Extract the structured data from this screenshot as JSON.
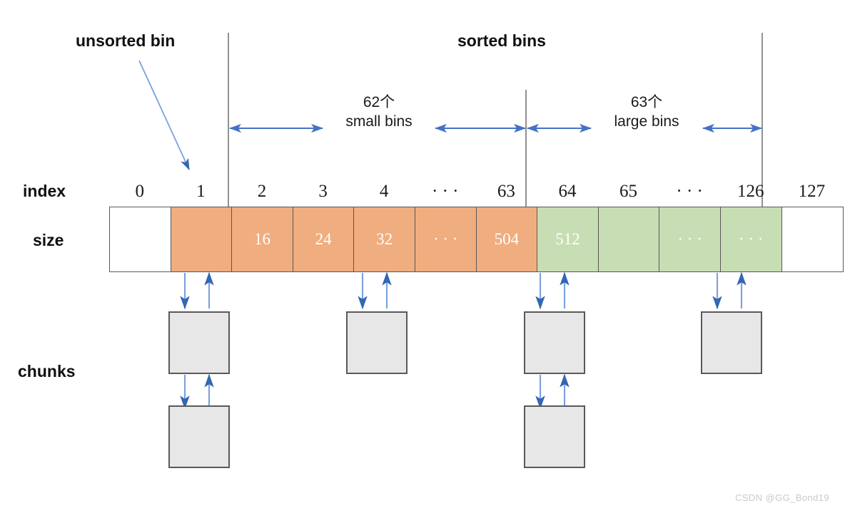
{
  "figure": {
    "title_labels": {
      "unsorted_bin": "unsorted bin",
      "sorted_bins": "sorted bins"
    },
    "row_labels": {
      "index": "index",
      "size": "size",
      "chunks": "chunks"
    },
    "spans": [
      {
        "count": "62个",
        "name": "small bins"
      },
      {
        "count": "63个",
        "name": "large bins"
      }
    ],
    "watermark": "CSDN @GG_Bond19"
  },
  "chart_data": {
    "type": "table",
    "title": "glibc malloc bins array layout",
    "columns": [
      "index",
      "size"
    ],
    "index_labels": [
      "0",
      "1",
      "2",
      "3",
      "4",
      "· · ·",
      "63",
      "64",
      "65",
      "· · ·",
      "126",
      "127"
    ],
    "size_labels": [
      "",
      "",
      "16",
      "24",
      "32",
      "· · ·",
      "504",
      "512",
      "",
      "· · ·",
      "· · ·",
      ""
    ],
    "cell_fill": [
      "empty",
      "orange",
      "orange",
      "orange",
      "orange",
      "orange",
      "orange",
      "green",
      "green",
      "green",
      "green",
      "empty"
    ],
    "colors": {
      "small_bin_fill": "#f0ad7f",
      "large_bin_fill": "#c7ddb3",
      "chunk_fill": "#e7e7e7",
      "chunk_border": "#595959",
      "arrow": "#4472c4",
      "grid_line": "#595959"
    },
    "groups": [
      {
        "name": "unsorted bin",
        "indices": [
          1
        ]
      },
      {
        "name": "small bins",
        "count": 62,
        "indices": [
          2,
          63
        ]
      },
      {
        "name": "large bins",
        "count": 63,
        "indices": [
          64,
          126
        ]
      },
      {
        "name": "sorted bins",
        "indices": [
          2,
          126
        ]
      }
    ],
    "chunk_chains": [
      {
        "bin_index": 1,
        "length": 2
      },
      {
        "bin_index": 4,
        "length": 1
      },
      {
        "bin_index": 64,
        "length": 2
      },
      {
        "bin_index": 126,
        "length": 1
      }
    ]
  }
}
